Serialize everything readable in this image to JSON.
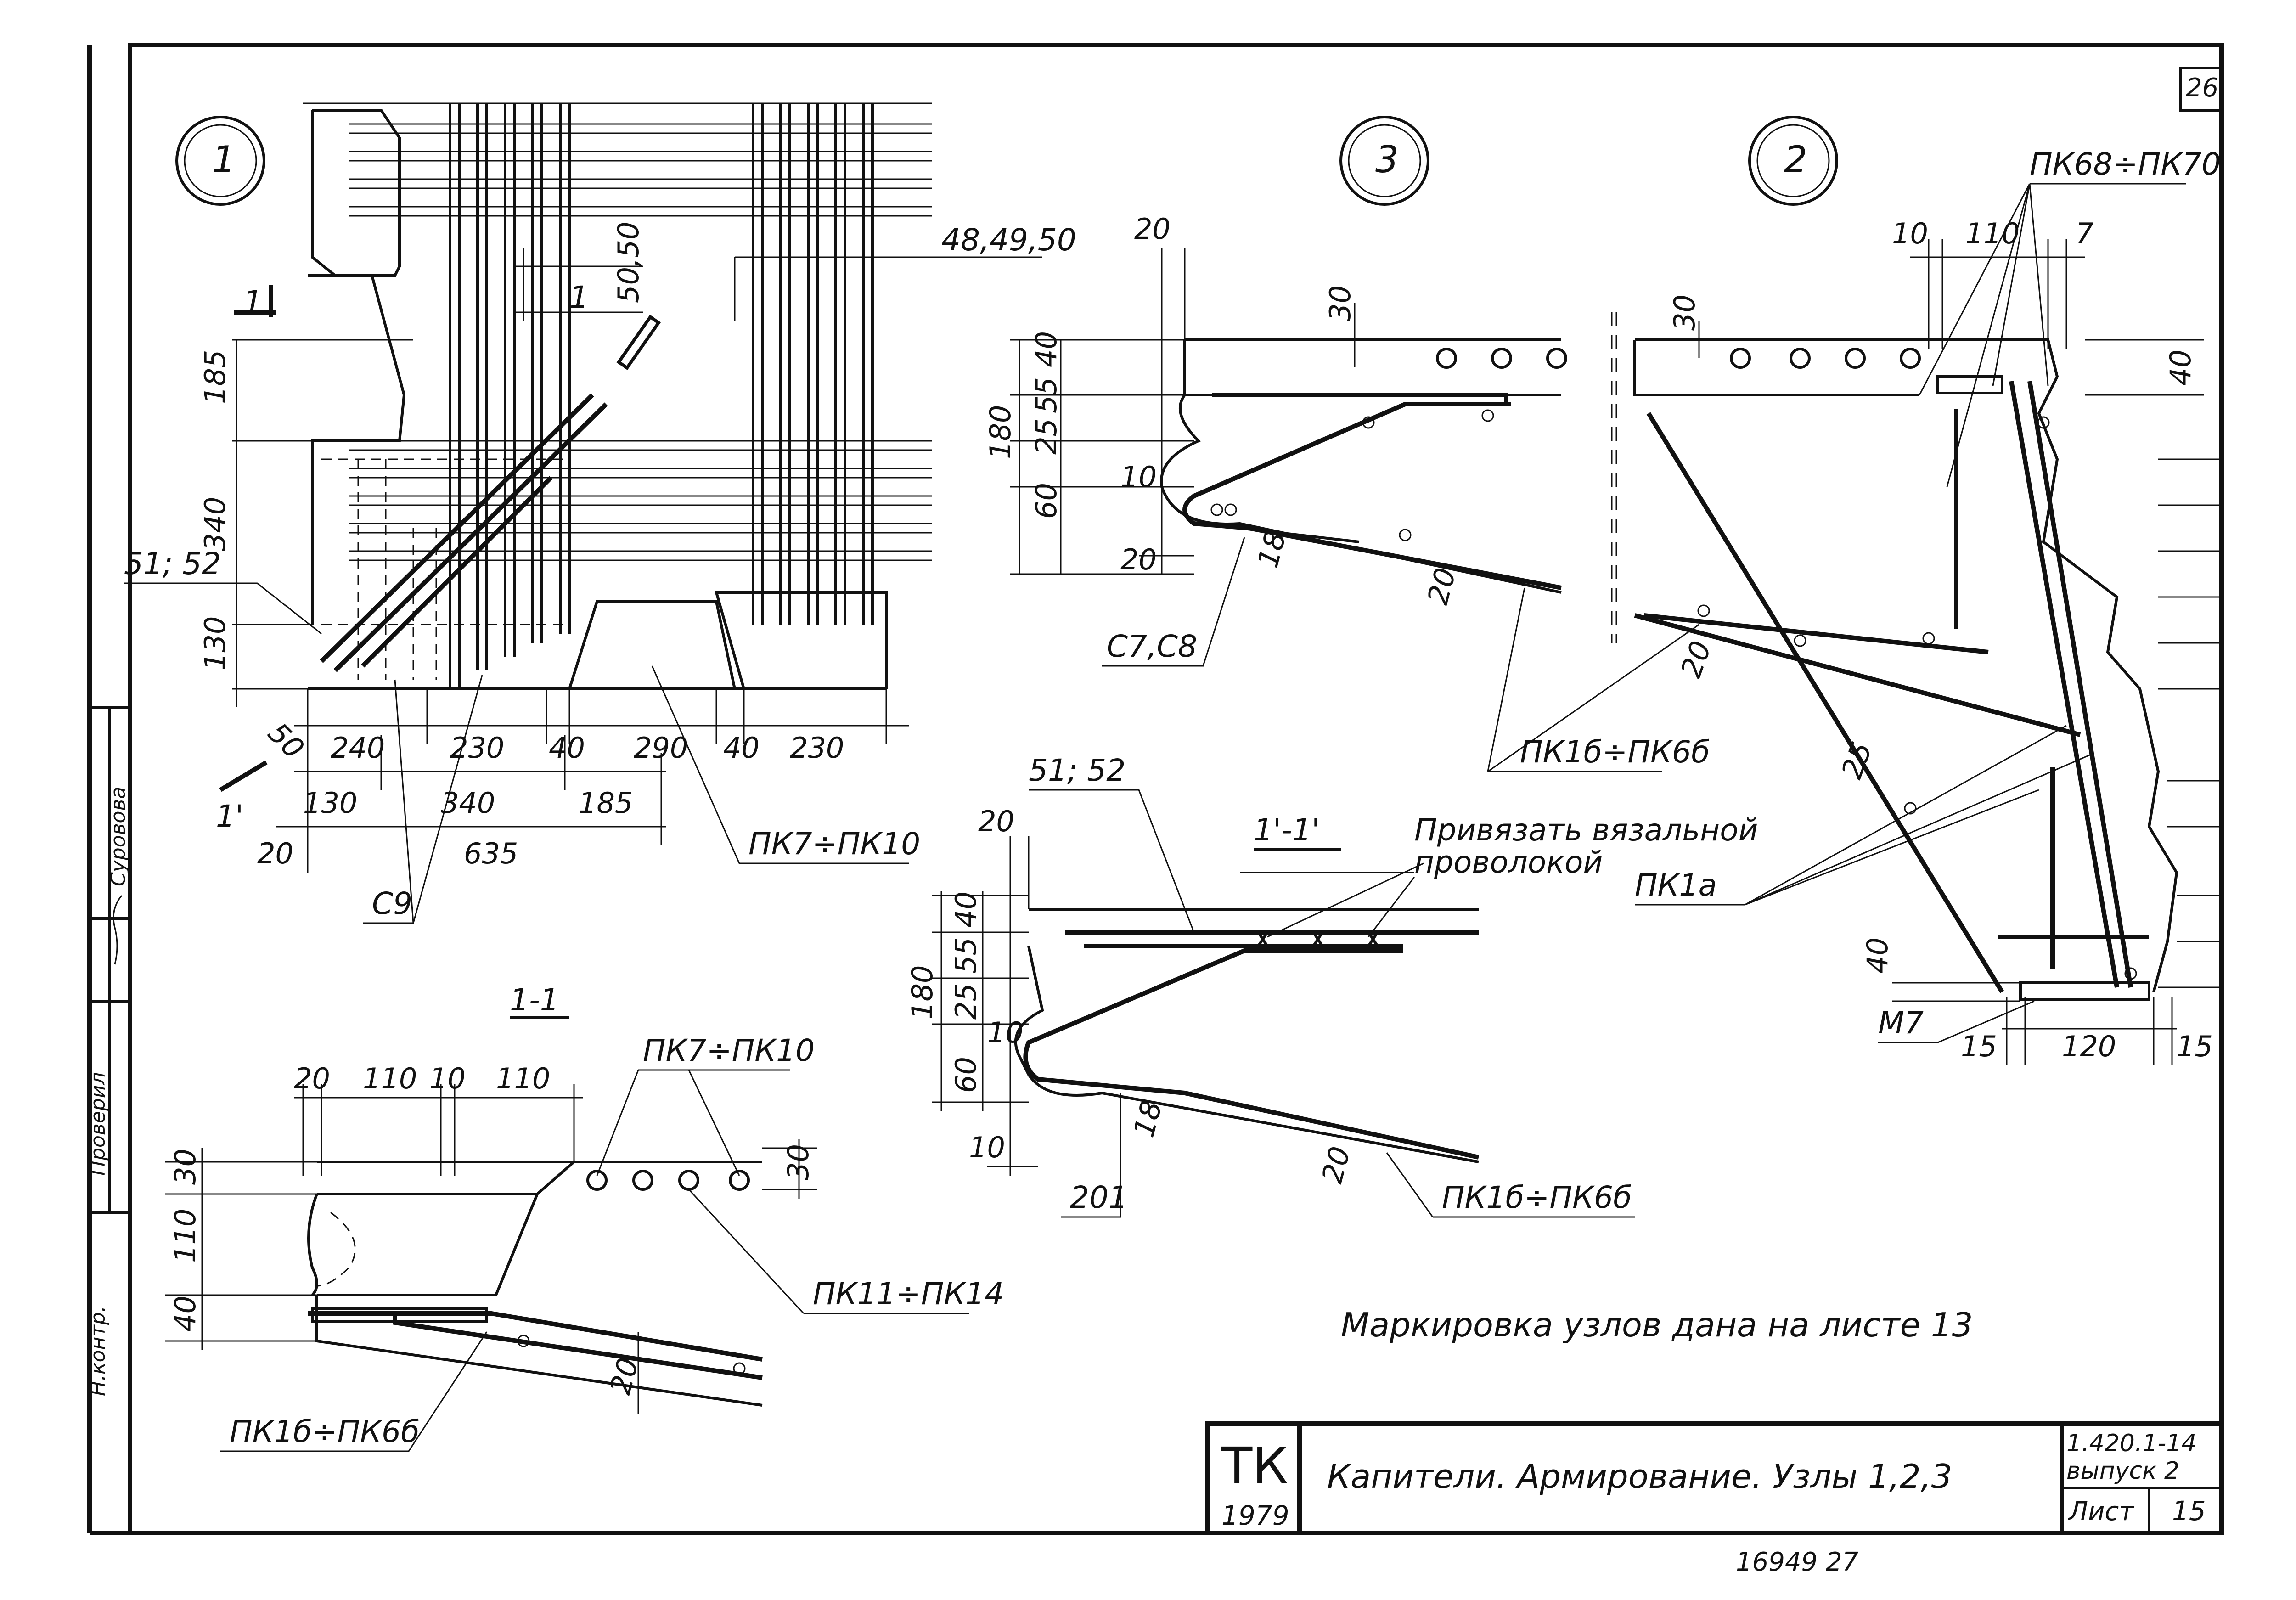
{
  "sheet": {
    "page_number": "26",
    "bottom_note": "16949 27",
    "left_stamp": {
      "checked_label": "Проверил",
      "checked_name": "Суровова",
      "position": "Н.контр."
    }
  },
  "nodes": {
    "node1": {
      "number": "1",
      "dims_v": [
        "185",
        "340",
        "130",
        "50"
      ],
      "dims_h_row1": [
        "240",
        "230",
        "40",
        "290",
        "40",
        "230"
      ],
      "dims_h_row2": [
        "130",
        "340",
        "185"
      ],
      "dims_h_row3": [
        "20",
        "635"
      ],
      "dim_50_50": "50,50",
      "section_mark_1": "1",
      "section_mark_1p": "1'",
      "callout_48": "48,49,50",
      "callout_51": "51; 52",
      "callout_c9": "С9",
      "callout_pk7": "ПК7÷ПК10"
    },
    "node3": {
      "number": "3",
      "dims": [
        "20",
        "30",
        "40",
        "55",
        "25",
        "180",
        "60",
        "10",
        "20",
        "18",
        "20"
      ],
      "callout_c7": "С7,С8"
    },
    "node2": {
      "number": "2",
      "dims_top": [
        "10",
        "110",
        "7"
      ],
      "dims": [
        "30",
        "40",
        "20",
        "25",
        "40"
      ],
      "dims_bottom": [
        "15",
        "120",
        "15"
      ],
      "callout_pk68": "ПК68÷ПК70",
      "callout_pk1a": "ПК1а",
      "callout_m7": "М7"
    },
    "shared_callout_pk1b": "ПК1б÷ПК6б"
  },
  "sections": {
    "s11p": {
      "title": "1'-1'",
      "note_line1": "Привязать вязальной",
      "note_line2": "проволокой",
      "dims": [
        "20",
        "40",
        "55",
        "25",
        "180",
        "10",
        "60",
        "10",
        "18",
        "20"
      ],
      "callout_51": "51; 52",
      "callout_201": "201",
      "callout_pk1b": "ПК1б÷ПК6б"
    },
    "s11": {
      "title": "1-1",
      "dims_top": [
        "20",
        "110",
        "10",
        "110"
      ],
      "dims_v": [
        "30",
        "110",
        "40"
      ],
      "dim_right": "30",
      "dim_20": "20",
      "callout_pk7": "ПК7÷ПК10",
      "callout_pk11": "ПК11÷ПК14",
      "callout_pk1b": "ПК1б÷ПК6б"
    }
  },
  "note": "Маркировка узлов дана на листе 13",
  "title_block": {
    "logo": "ТК",
    "year": "1979",
    "title": "Капители. Армирование. Узлы 1,2,3",
    "series": "1.420.1-14",
    "issue": "выпуск 2",
    "sheet_label": "Лист",
    "sheet_no": "15"
  }
}
